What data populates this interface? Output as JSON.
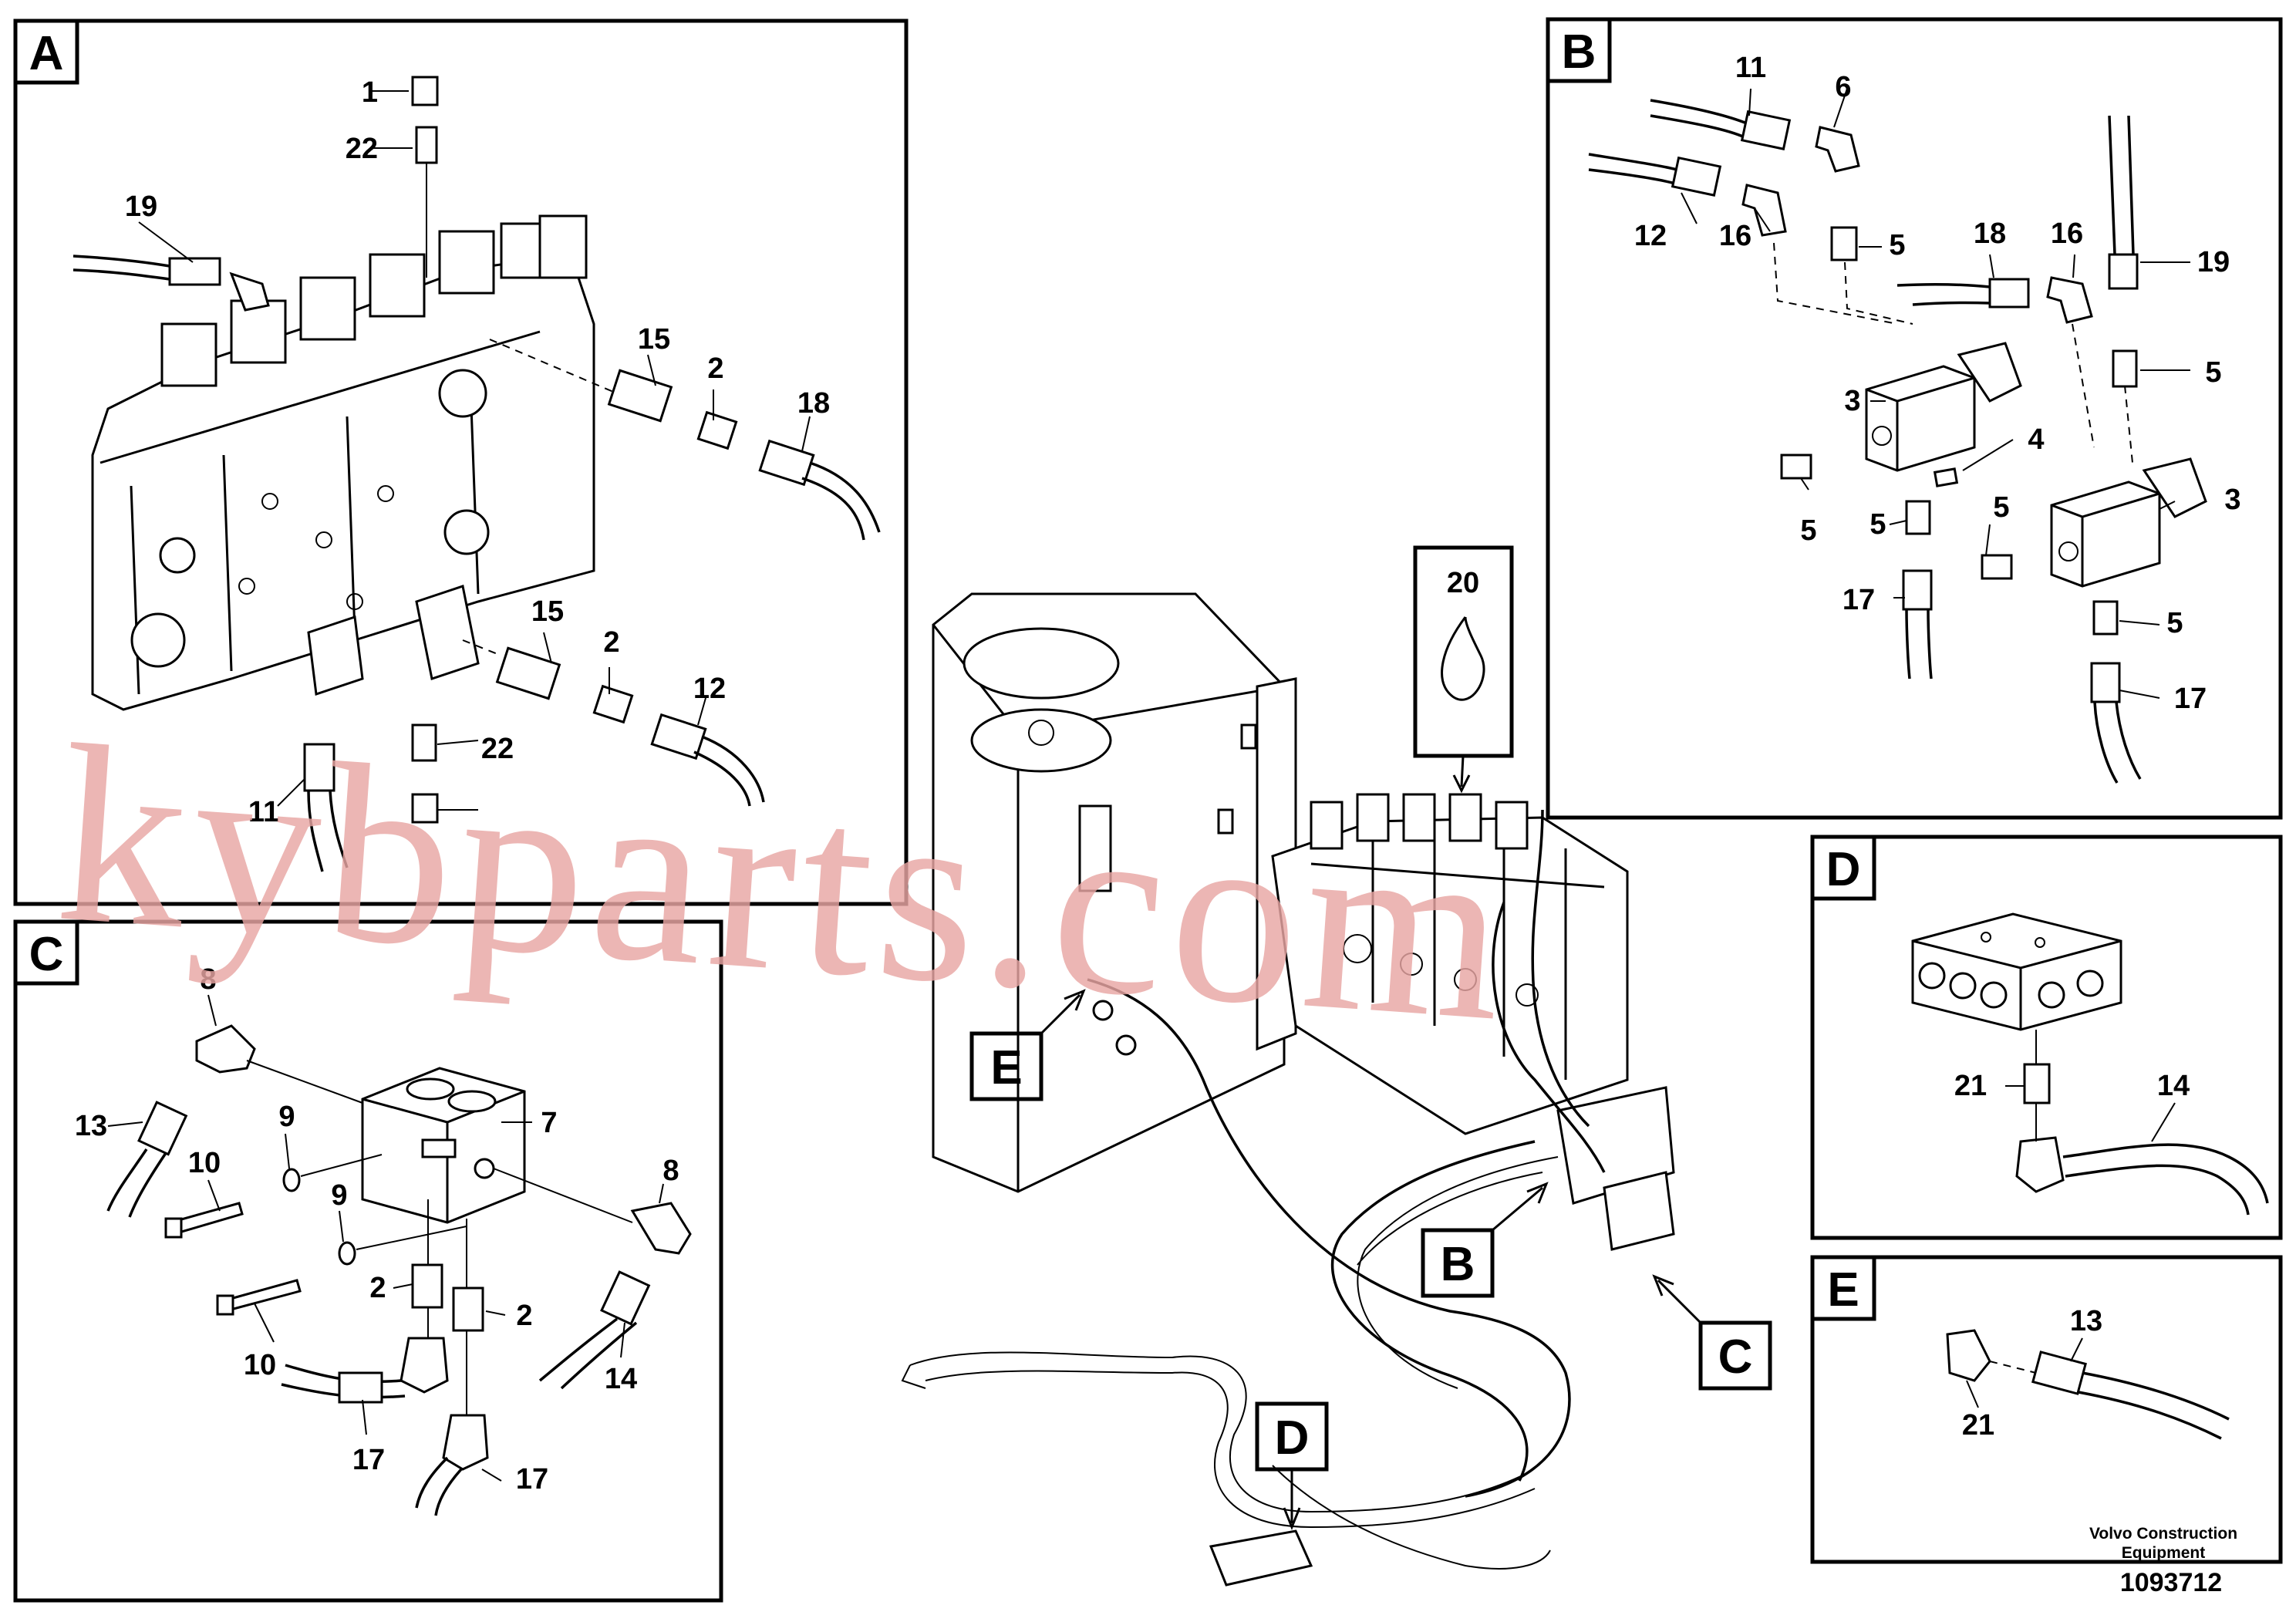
{
  "panels": {
    "A": {
      "label": "A",
      "callouts": [
        "1",
        "22",
        "19",
        "15",
        "2",
        "18",
        "15",
        "2",
        "12",
        "22",
        "11"
      ]
    },
    "B": {
      "label": "B",
      "callouts": [
        "11",
        "6",
        "12",
        "16",
        "5",
        "18",
        "16",
        "19",
        "3",
        "4",
        "5",
        "5",
        "5",
        "3",
        "17",
        "5",
        "17",
        "5"
      ]
    },
    "C": {
      "label": "C",
      "callouts": [
        "8",
        "13",
        "9",
        "7",
        "10",
        "9",
        "8",
        "2",
        "2",
        "10",
        "14",
        "17",
        "17"
      ]
    },
    "D": {
      "label": "D",
      "callouts": [
        "21",
        "14"
      ]
    },
    "E": {
      "label": "E",
      "callouts": [
        "13",
        "21"
      ]
    }
  },
  "overview": {
    "callouts": [
      "20"
    ],
    "view_tags": [
      "E",
      "B",
      "C",
      "D"
    ]
  },
  "footer": {
    "company_line1": "Volvo Construction",
    "company_line2": "Equipment",
    "drawing_number": "1093712"
  },
  "watermark": "kybparts.com"
}
